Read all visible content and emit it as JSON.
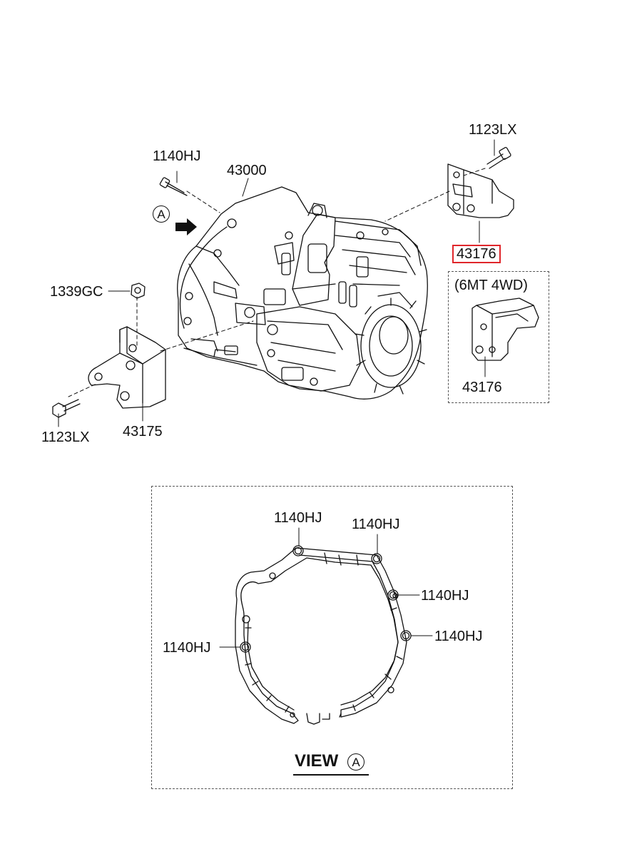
{
  "colors": {
    "line": "#111111",
    "highlight": "#e0262b",
    "background": "#ffffff"
  },
  "labels": {
    "bolt_top_left": "1140HJ",
    "transaxle": "43000",
    "view_marker": "A",
    "nut": "1339GC",
    "bolt_bottom_left": "1123LX",
    "left_bracket": "43175",
    "bolt_top_right": "1123LX",
    "right_bracket": "43176",
    "variant_title": "(6MT 4WD)",
    "variant_bracket": "43176"
  },
  "view_a": {
    "title": "VIEW",
    "marker": "A",
    "bolts": [
      "1140HJ",
      "1140HJ",
      "1140HJ",
      "1140HJ",
      "1140HJ"
    ]
  }
}
